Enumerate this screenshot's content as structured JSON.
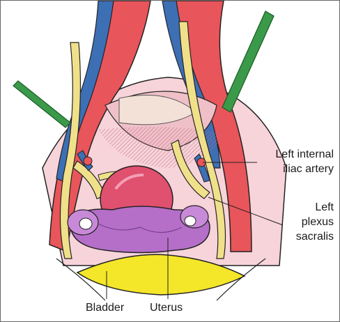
{
  "labels": {
    "left_internal_iliac_artery": [
      "Left internal",
      "iliac artery"
    ],
    "left_plexus_sacralis": [
      "Left",
      "plexus",
      "sacralis"
    ],
    "bladder": "Bladder",
    "uterus": "Uterus"
  },
  "colors": {
    "artery": "#e8555a",
    "artery_light": "#f2a0a0",
    "vein": "#3d6fb5",
    "nerve": "#f0e08a",
    "uterus": "#b56fc8",
    "rectum": "#e0506f",
    "bladder": "#f4e628",
    "retractor": "#3a9a4a",
    "peritoneum": "#f5c6cf"
  }
}
